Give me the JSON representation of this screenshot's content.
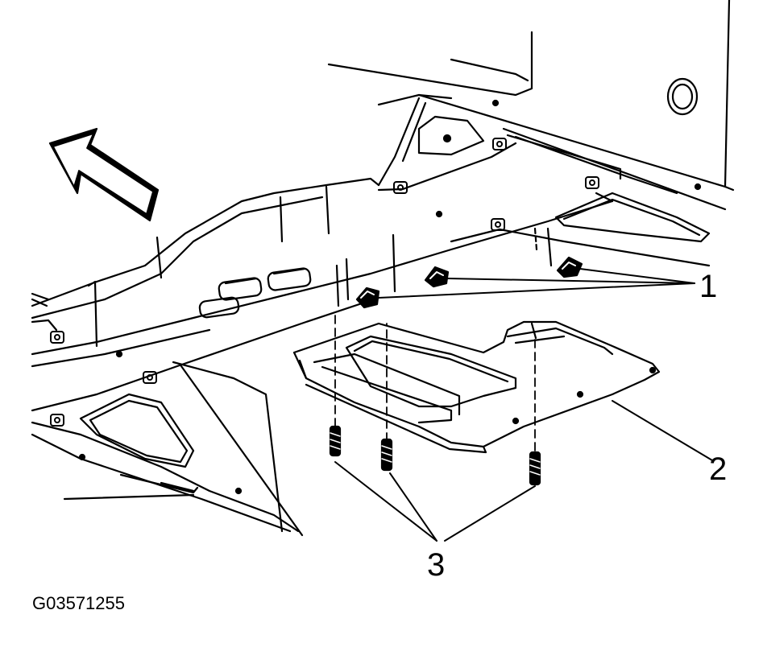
{
  "callouts": {
    "c1": "1",
    "c2": "2",
    "c3": "3"
  },
  "figure_id": "G03571255",
  "colors": {
    "stroke": "#000000",
    "background": "#ffffff"
  }
}
